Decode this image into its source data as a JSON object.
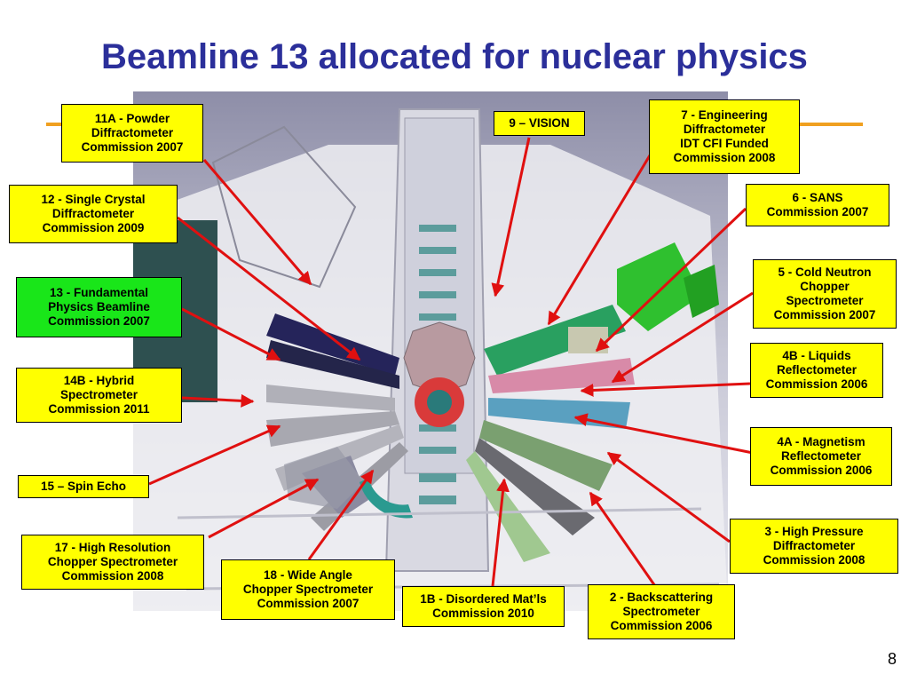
{
  "slide": {
    "title": "Beamline 13 allocated for nuclear physics",
    "page_number": "8"
  },
  "colors": {
    "title": "#2b2f9a",
    "label_fill": "#ffff00",
    "highlight_fill": "#19e619",
    "arrow": "#e01010",
    "rule": "#f0a020"
  },
  "labels": {
    "l11a": [
      "11A - Powder",
      "Diffractometer",
      "Commission 2007"
    ],
    "l12": [
      "12 - Single Crystal",
      "Diffractometer",
      "Commission 2009"
    ],
    "l13": [
      "13 - Fundamental",
      "Physics Beamline",
      "Commission 2007"
    ],
    "l14b": [
      "14B - Hybrid",
      "Spectrometer",
      "Commission 2011"
    ],
    "l15": [
      "15 – Spin Echo"
    ],
    "l17": [
      "17 - High Resolution",
      "Chopper  Spectrometer",
      "Commission 2008"
    ],
    "l18": [
      "18 - Wide Angle",
      "Chopper  Spectrometer",
      "Commission 2007"
    ],
    "l1b": [
      "1B - Disordered Mat’ls",
      "Commission 2010"
    ],
    "l2": [
      "2 - Backscattering",
      "Spectrometer",
      "Commission 2006"
    ],
    "l3": [
      "3 - High Pressure",
      "Diffractometer",
      "Commission 2008"
    ],
    "l4a": [
      "4A - Magnetism",
      "Reflectometer",
      "Commission 2006"
    ],
    "l4b": [
      "4B - Liquids",
      "Reflectometer",
      "Commission 2006"
    ],
    "l5": [
      "5 - Cold Neutron",
      "Chopper",
      "Spectrometer",
      "Commission 2007"
    ],
    "l6": [
      "6 - SANS",
      "Commission 2007"
    ],
    "l7": [
      "7 - Engineering",
      "Diffractometer",
      "IDT CFI Funded",
      "Commission 2008"
    ],
    "l9": [
      "9 – VISION"
    ]
  }
}
